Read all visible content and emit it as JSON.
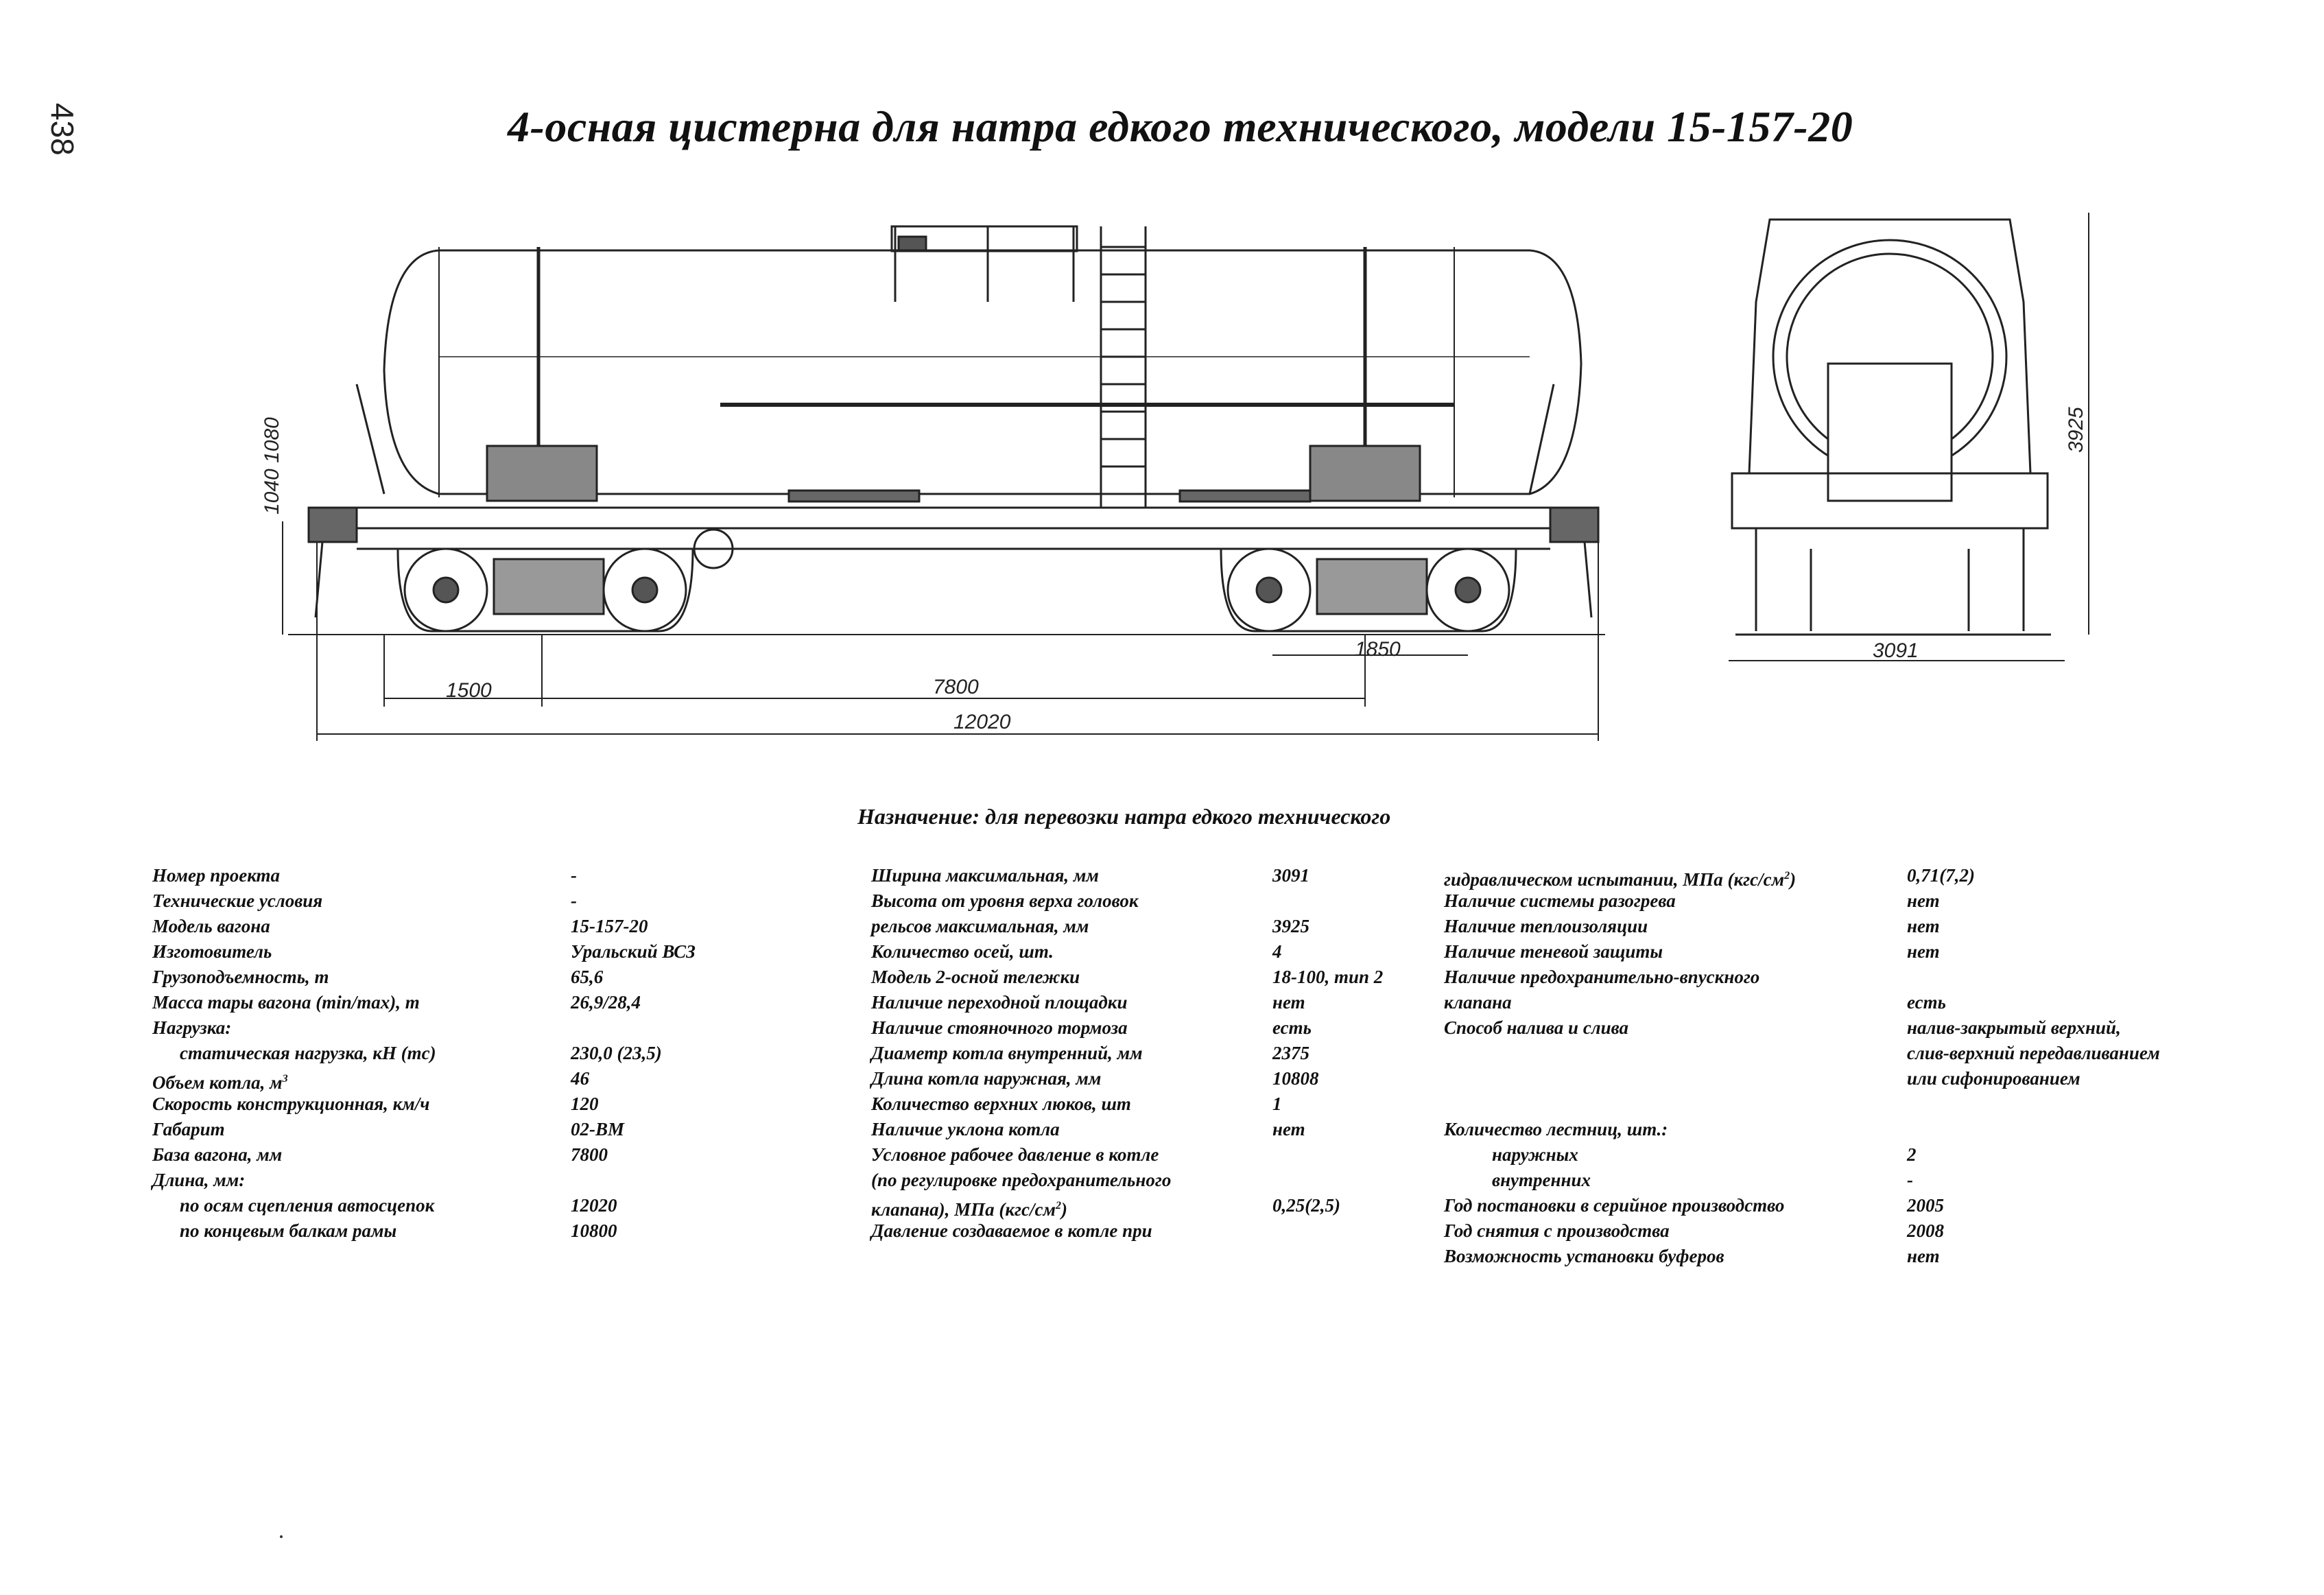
{
  "page": {
    "number": "438",
    "title": "4-осная цистерна для натра едкого технического, модели 15-157-20"
  },
  "dimensions": {
    "d_1040_1080": "1040 1080",
    "d_1500": "1500",
    "d_7800": "7800",
    "d_1850": "1850",
    "d_12020": "12020",
    "d_3091": "3091",
    "d_3925": "3925"
  },
  "purpose": "Назначение: для перевозки натра едкого технического",
  "col1": [
    {
      "label": "Номер проекта",
      "value": "-"
    },
    {
      "label": "Технические условия",
      "value": "-"
    },
    {
      "label": "Модель вагона",
      "value": "15-157-20"
    },
    {
      "label": "Изготовитель",
      "value": "Уральский ВСЗ"
    },
    {
      "label": "Грузоподъемность, т",
      "value": "65,6"
    },
    {
      "label": "Масса тары вагона (min/max), т",
      "value": "26,9/28,4"
    },
    {
      "label": "Нагрузка:",
      "value": ""
    },
    {
      "label": "статическая нагрузка, кН (тс)",
      "value": "230,0 (23,5)"
    },
    {
      "label": "Объем котла, м",
      "label_sup": "3",
      "value": "46"
    },
    {
      "label": "Скорость конструкционная, км/ч",
      "value": "120"
    },
    {
      "label": "Габарит",
      "value": "02-ВМ"
    },
    {
      "label": "База вагона, мм",
      "value": "7800"
    },
    {
      "label": "Длина, мм:",
      "value": ""
    },
    {
      "label": "по осям сцепления автосцепок",
      "value": "12020"
    },
    {
      "label": "по концевым балкам рамы",
      "value": "10800"
    }
  ],
  "col2": [
    {
      "label": "Ширина максимальная, мм",
      "value": "3091"
    },
    {
      "label": "Высота от уровня верха головок",
      "value": ""
    },
    {
      "label": "рельсов максимальная, мм",
      "value": "3925"
    },
    {
      "label": "Количество осей, шт.",
      "value": "4"
    },
    {
      "label": "Модель 2-осной тележки",
      "value": "18-100, тип 2"
    },
    {
      "label": "Наличие переходной площадки",
      "value": "нет"
    },
    {
      "label": "Наличие стояночного тормоза",
      "value": "есть"
    },
    {
      "label": "Диаметр котла внутренний, мм",
      "value": "2375"
    },
    {
      "label": "Длина котла наружная, мм",
      "value": "10808"
    },
    {
      "label": "Количество верхних люков, шт",
      "value": "1"
    },
    {
      "label": "Наличие уклона котла",
      "value": "нет"
    },
    {
      "label": "Условное рабочее давление в котле",
      "value": ""
    },
    {
      "label": "(по регулировке предохранительного",
      "value": ""
    },
    {
      "label": "клапана), МПа (кгс/см",
      "label_sup": "2",
      "label_tail": ")",
      "value": "0,25(2,5)"
    },
    {
      "label": "Давление создаваемое в котле при",
      "value": ""
    }
  ],
  "col3": [
    {
      "label": "гидравлическом испытании, МПа (кгс/см",
      "label_sup": "2",
      "label_tail": ")",
      "value": "0,71(7,2)"
    },
    {
      "label": "Наличие системы разогрева",
      "value": "нет"
    },
    {
      "label": "Наличие теплоизоляции",
      "value": "нет"
    },
    {
      "label": "Наличие теневой защиты",
      "value": "нет"
    },
    {
      "label": "Наличие предохранительно-впускного",
      "value": ""
    },
    {
      "label": "клапана",
      "value": "есть"
    },
    {
      "label": "Способ налива и слива",
      "value": "налив-закрытый верхний,"
    },
    {
      "label": "",
      "value": "слив-верхний передавливанием"
    },
    {
      "label": "",
      "value": "или сифонированием"
    },
    {
      "label": "",
      "value": ""
    },
    {
      "label": "Количество лестниц, шт.:",
      "value": ""
    },
    {
      "label": "наружных",
      "value": "2"
    },
    {
      "label": "внутренних",
      "value": "-"
    },
    {
      "label": "Год постановки в серийное производство",
      "value": "2005"
    },
    {
      "label": "Год снятия с производства",
      "value": "2008"
    },
    {
      "label": "Возможность установки буферов",
      "value": "нет"
    }
  ]
}
